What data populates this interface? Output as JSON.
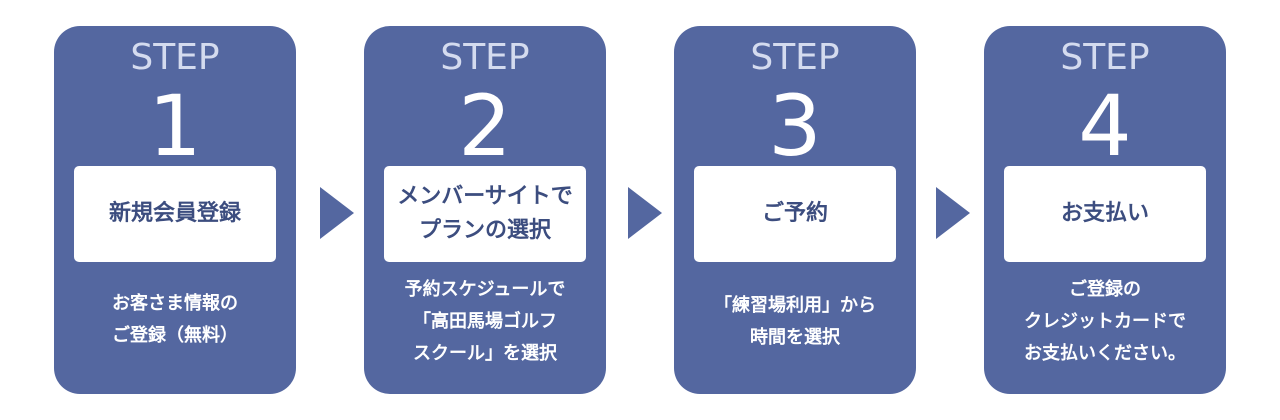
{
  "steps": [
    {
      "label": "STEP",
      "number": "1",
      "title": "新規会員登録",
      "description": "お客さま情報の\nご登録（無料）"
    },
    {
      "label": "STEP",
      "number": "2",
      "title": "メンバーサイトで\nプランの選択",
      "description": "予約スケジュールで\n「高田馬場ゴルフ\nスクール」を選択"
    },
    {
      "label": "STEP",
      "number": "3",
      "title": "ご予約",
      "description": "「練習場利用」から\n時間を選択"
    },
    {
      "label": "STEP",
      "number": "4",
      "title": "お支払い",
      "description": "ご登録の\nクレジットカードで\nお支払いください。"
    }
  ],
  "colors": {
    "panel": "#5467a0",
    "title_text": "#3c4d7f",
    "step_label": "#d4dbef"
  }
}
